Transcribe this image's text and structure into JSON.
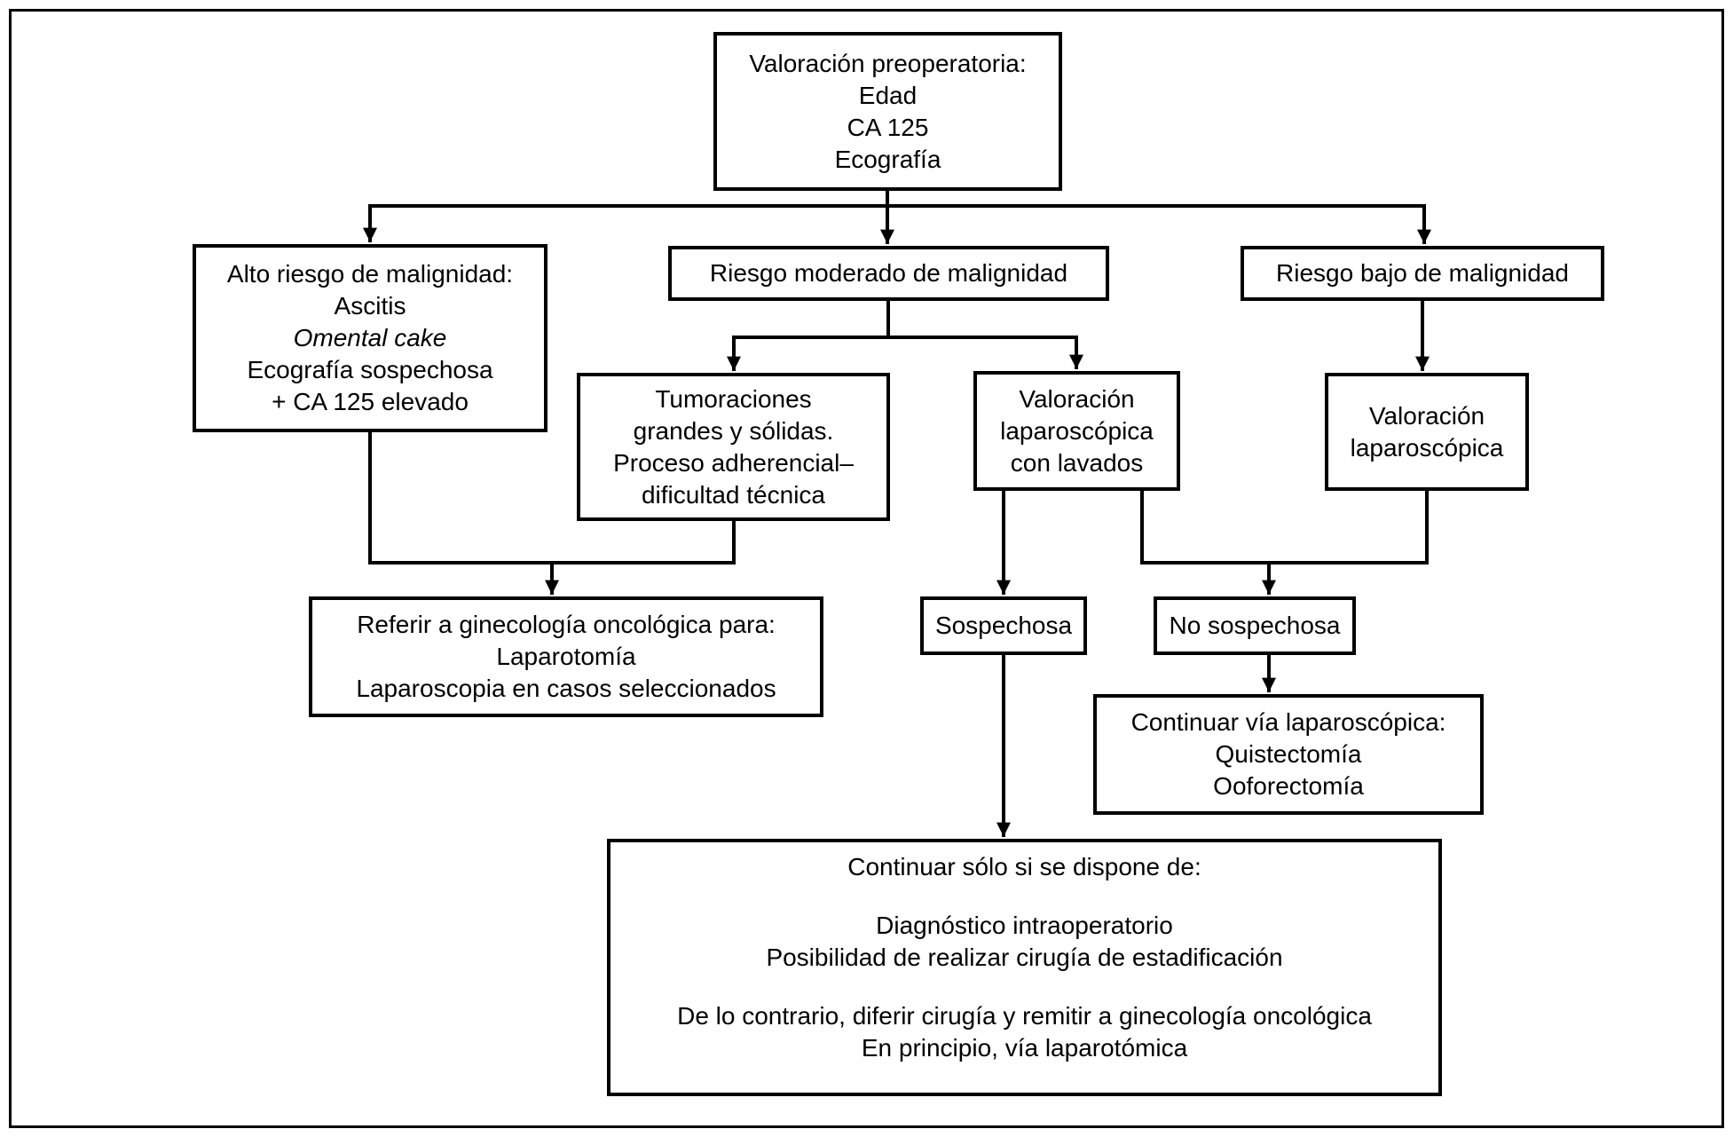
{
  "diagram_type": "flowchart",
  "language": "es",
  "colors": {
    "background": "#ffffff",
    "line": "#000000",
    "text": "#000000"
  },
  "nodes": {
    "valoracion_preoperatoria": {
      "lines": [
        "Valoración preoperatoria:",
        "Edad",
        "CA 125",
        "Ecografía"
      ]
    },
    "alto_riesgo": {
      "lines": [
        "Alto riesgo de malignidad:",
        "Ascitis",
        "Omental cake",
        "Ecografía sospechosa",
        "+ CA 125 elevado"
      ],
      "italic_line_index": 2
    },
    "riesgo_moderado": {
      "label": "Riesgo moderado de malignidad"
    },
    "riesgo_bajo": {
      "label": "Riesgo bajo de malignidad"
    },
    "tumoraciones": {
      "lines": [
        "Tumoraciones",
        "grandes y sólidas.",
        "Proceso adherencial–",
        "dificultad técnica"
      ]
    },
    "valoracion_con_lavados": {
      "lines": [
        "Valoración",
        "laparoscópica",
        "con lavados"
      ]
    },
    "valoracion_laparoscopica": {
      "lines": [
        "Valoración",
        "laparoscópica"
      ]
    },
    "referir_ginecologia": {
      "lines": [
        "Referir a ginecología oncológica para:",
        "Laparotomía",
        "Laparoscopia en casos seleccionados"
      ]
    },
    "sospechosa": {
      "label": "Sospechosa"
    },
    "no_sospechosa": {
      "label": "No sospechosa"
    },
    "continuar_laparoscopica": {
      "lines": [
        "Continuar vía laparoscópica:",
        "Quistectomía",
        "Ooforectomía"
      ]
    },
    "continuar_solo": {
      "lines": [
        "Continuar sólo si se dispone de:",
        "Diagnóstico intraoperatorio",
        "Posibilidad de realizar cirugía de estadificación",
        "De lo contrario, diferir cirugía y remitir a ginecología oncológica",
        "En principio, vía laparotómica"
      ]
    }
  },
  "edges": [
    {
      "from": "valoracion_preoperatoria",
      "to": "alto_riesgo"
    },
    {
      "from": "valoracion_preoperatoria",
      "to": "riesgo_moderado"
    },
    {
      "from": "valoracion_preoperatoria",
      "to": "riesgo_bajo"
    },
    {
      "from": "riesgo_moderado",
      "to": "tumoraciones"
    },
    {
      "from": "riesgo_moderado",
      "to": "valoracion_con_lavados"
    },
    {
      "from": "riesgo_bajo",
      "to": "valoracion_laparoscopica"
    },
    {
      "from": "alto_riesgo",
      "to": "referir_ginecologia"
    },
    {
      "from": "tumoraciones",
      "to": "referir_ginecologia"
    },
    {
      "from": "valoracion_con_lavados",
      "to": "sospechosa"
    },
    {
      "from": "valoracion_con_lavados",
      "to": "no_sospechosa"
    },
    {
      "from": "valoracion_laparoscopica",
      "to": "no_sospechosa"
    },
    {
      "from": "no_sospechosa",
      "to": "continuar_laparoscopica"
    },
    {
      "from": "sospechosa",
      "to": "continuar_solo"
    }
  ]
}
